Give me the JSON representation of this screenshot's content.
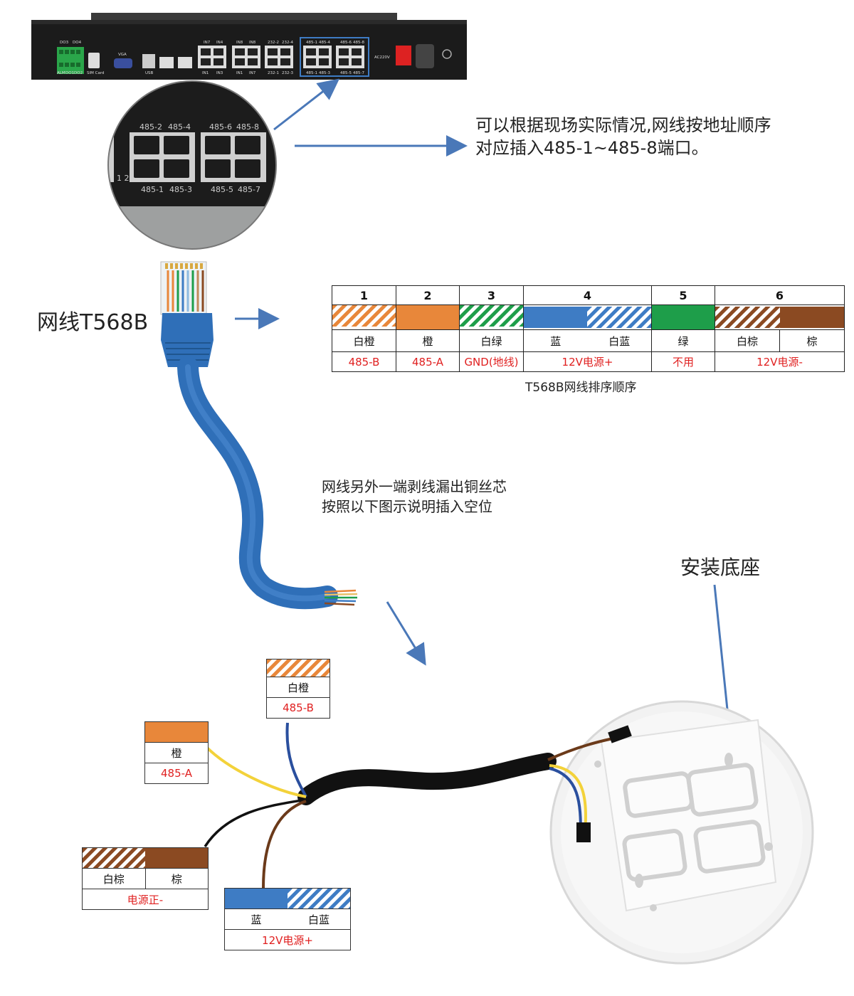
{
  "device": {
    "port_labels_top": [
      "DO3",
      "DO4",
      "IN7",
      "IN4",
      "IN8",
      "IN8",
      "232-2",
      "232-4",
      "485-1",
      "485-4",
      "485-6",
      "485-8"
    ],
    "port_labels_bottom": [
      "ALM",
      "DO1",
      "DO2",
      "SIM Card",
      "USB",
      "IN1",
      "IN3",
      "IN1",
      "IN7",
      "232-1",
      "232-3",
      "485-1",
      "485-3",
      "485-5",
      "485-7"
    ],
    "vga_label": "VGA",
    "ac_label": "AC220V"
  },
  "zoom": {
    "top_labels": [
      "485-2",
      "485-4",
      "485-6",
      "485-8"
    ],
    "bottom_labels": [
      "485-1",
      "485-3",
      "485-5",
      "485-7"
    ],
    "side_label": "1 2"
  },
  "note_top": {
    "line1": "可以根据现场实际情况,网线按地址顺序",
    "line2": "对应插入485-1~485-8端口。"
  },
  "cable_label": "网线T568B",
  "table": {
    "caption": "T568B网线排序顺序",
    "numbers": [
      "1",
      "2",
      "3",
      "4",
      "5",
      "6"
    ],
    "names": [
      "白橙",
      "橙",
      "白绿",
      "蓝",
      "白蓝",
      "绿",
      "白棕",
      "棕"
    ],
    "functions": [
      "485-B",
      "485-A",
      "GND(地线)",
      "12V电源+",
      "不用",
      "12V电源-"
    ]
  },
  "note_mid": {
    "line1": "网线另外一端剥线漏出铜丝芯",
    "line2": "按照以下图示说明插入空位"
  },
  "base_label": "安装底座",
  "tags": {
    "white_orange": {
      "name": "白橙",
      "func": "485-B"
    },
    "orange": {
      "name": "橙",
      "func": "485-A"
    },
    "brown": {
      "name1": "白棕",
      "name2": "棕",
      "func": "电源正-"
    },
    "blue": {
      "name1": "蓝",
      "name2": "白蓝",
      "func": "12V电源+"
    }
  },
  "colors": {
    "orange": "#e8873a",
    "green": "#1e9e4a",
    "blue": "#3e7cc4",
    "brown": "#8b4a22",
    "arrow": "#4a78b8",
    "red_text": "#e02020"
  }
}
